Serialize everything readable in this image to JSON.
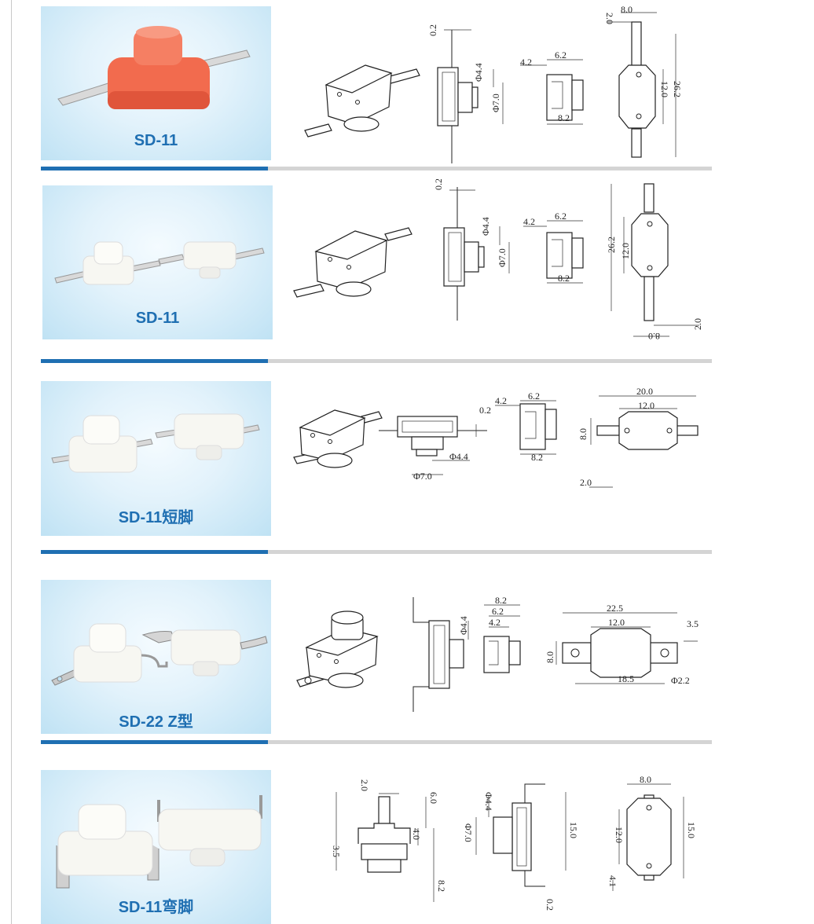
{
  "models": [
    {
      "label": "SD-11",
      "color": "#f26b4e",
      "dims": [
        "0.2",
        "Φ4.4",
        "Φ7.0",
        "4.2",
        "6.2",
        "8.2",
        "8.0",
        "2.0",
        "12.0",
        "26.2"
      ]
    },
    {
      "label": "SD-11",
      "color": "#f7f7f2",
      "dims": [
        "0.2",
        "Φ4.4",
        "Φ7.0",
        "4.2",
        "6.2",
        "8.2",
        "26.2",
        "12.0",
        "2.0",
        "8.0"
      ]
    },
    {
      "label": "SD-11短脚",
      "color": "#f7f7f2",
      "dims": [
        "0.2",
        "Φ4.4",
        "Φ7.0",
        "4.2",
        "6.2",
        "8.2",
        "20.0",
        "12.0",
        "8.0",
        "2.0"
      ]
    },
    {
      "label": "SD-22 Z型",
      "color": "#f7f7f2",
      "dims": [
        "Φ4.4",
        "8.2",
        "6.2",
        "4.2",
        "22.5",
        "12.0",
        "3.5",
        "8.0",
        "18.5",
        "Φ2.2"
      ]
    },
    {
      "label": "SD-11弯脚",
      "color": "#f7f7f2",
      "dims": [
        "2.0",
        "6.0",
        "4.0",
        "3.5",
        "8.2",
        "Φ4.4",
        "Φ7.0",
        "15.0",
        "0.2",
        "8.0",
        "12.0",
        "15.0",
        "4.1"
      ]
    }
  ],
  "accent_color": "#1f6fb2"
}
